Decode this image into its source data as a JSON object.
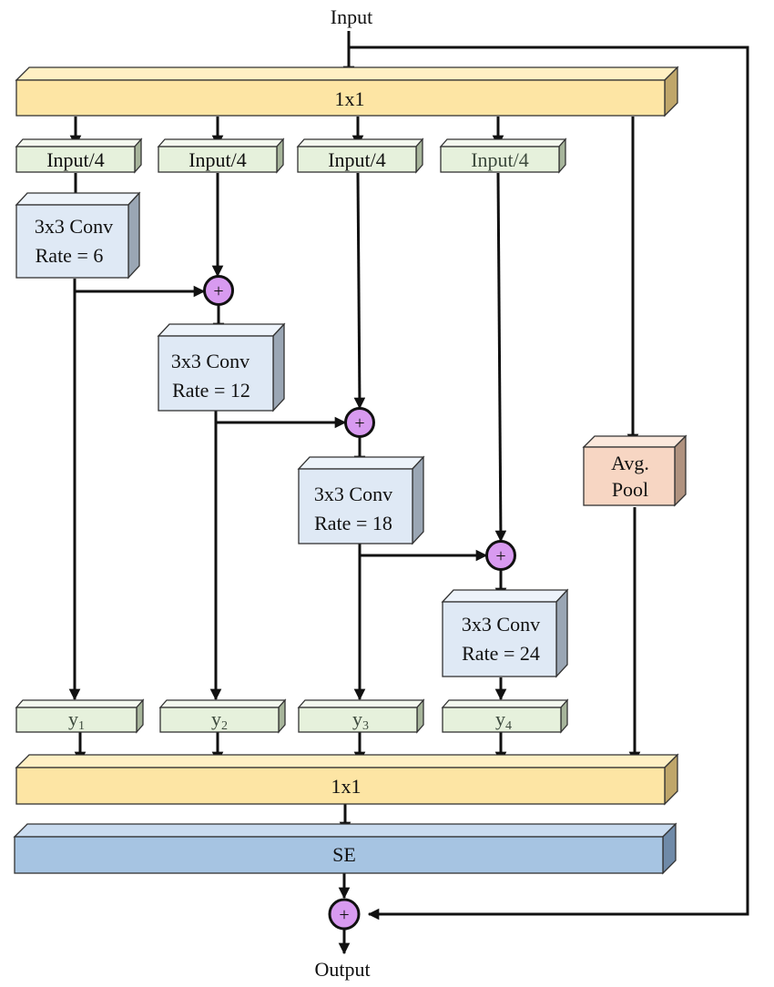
{
  "diagram": {
    "input_label": "Input",
    "output_label": "Output",
    "top_conv": "1x1",
    "bottom_conv": "1x1",
    "se": "SE",
    "splits": [
      "Input/4",
      "Input/4",
      "Input/4",
      "Input/4"
    ],
    "convs": [
      {
        "line1": "3x3 Conv",
        "line2": "Rate = 6"
      },
      {
        "line1": "3x3 Conv",
        "line2": "Rate = 12"
      },
      {
        "line1": "3x3 Conv",
        "line2": "Rate = 18"
      },
      {
        "line1": "3x3 Conv",
        "line2": "Rate = 24"
      }
    ],
    "avg_pool": {
      "line1": "Avg.",
      "line2": "Pool"
    },
    "outputs": [
      {
        "base": "y",
        "sub": "1"
      },
      {
        "base": "y",
        "sub": "2"
      },
      {
        "base": "y",
        "sub": "3"
      },
      {
        "base": "y",
        "sub": "4"
      }
    ],
    "plus_symbol": "+",
    "colors": {
      "conv1x1": "#fde5a4",
      "split": "#e6f1dc",
      "conv3x3": "#dfe9f5",
      "pool": "#f7d6c3",
      "se": "#a6c4e2",
      "plus": "#d89af0"
    }
  }
}
